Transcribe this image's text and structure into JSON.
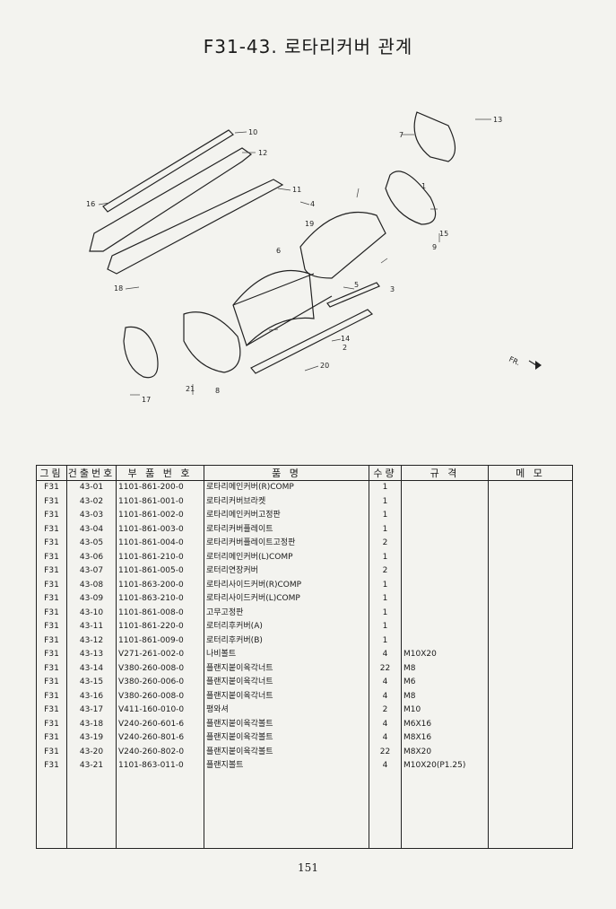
{
  "page": {
    "title": "F31-43. 로타리커버 관계",
    "page_number": "151"
  },
  "diagram": {
    "callouts": [
      "1",
      "2",
      "3",
      "4",
      "5",
      "6",
      "7",
      "8",
      "9",
      "10",
      "11",
      "12",
      "13",
      "14",
      "15",
      "16",
      "17",
      "18",
      "19",
      "20",
      "21"
    ],
    "fr_label": "FR."
  },
  "table": {
    "headers": [
      "그림",
      "건출번호",
      "부 품 번 호",
      "품 명",
      "수량",
      "규 격",
      "메 모"
    ],
    "rows": [
      {
        "fig": "F31",
        "no": "43-01",
        "part": "1101-861-200-0",
        "name": "로타리메인커버(R)COMP",
        "qty": "1",
        "spec": ""
      },
      {
        "fig": "F31",
        "no": "43-02",
        "part": "1101-861-001-0",
        "name": "로타리커버브라켓",
        "qty": "1",
        "spec": ""
      },
      {
        "fig": "F31",
        "no": "43-03",
        "part": "1101-861-002-0",
        "name": "로타리메인커버고정판",
        "qty": "1",
        "spec": ""
      },
      {
        "fig": "F31",
        "no": "43-04",
        "part": "1101-861-003-0",
        "name": "로타리커버플레이트",
        "qty": "1",
        "spec": ""
      },
      {
        "fig": "F31",
        "no": "43-05",
        "part": "1101-861-004-0",
        "name": "로타리커버플레이트고정판",
        "qty": "2",
        "spec": ""
      },
      {
        "fig": "F31",
        "no": "43-06",
        "part": "1101-861-210-0",
        "name": "로터리메인커버(L)COMP",
        "qty": "1",
        "spec": ""
      },
      {
        "fig": "F31",
        "no": "43-07",
        "part": "1101-861-005-0",
        "name": "로터리연장커버",
        "qty": "2",
        "spec": ""
      },
      {
        "fig": "F31",
        "no": "43-08",
        "part": "1101-863-200-0",
        "name": "로타리사이드커버(R)COMP",
        "qty": "1",
        "spec": ""
      },
      {
        "fig": "F31",
        "no": "43-09",
        "part": "1101-863-210-0",
        "name": "로타리사이드커버(L)COMP",
        "qty": "1",
        "spec": ""
      },
      {
        "fig": "F31",
        "no": "43-10",
        "part": "1101-861-008-0",
        "name": "고무고정판",
        "qty": "1",
        "spec": ""
      },
      {
        "fig": "F31",
        "no": "43-11",
        "part": "1101-861-220-0",
        "name": "로터리후커버(A)",
        "qty": "1",
        "spec": ""
      },
      {
        "fig": "F31",
        "no": "43-12",
        "part": "1101-861-009-0",
        "name": "로터리후커버(B)",
        "qty": "1",
        "spec": ""
      },
      {
        "fig": "F31",
        "no": "43-13",
        "part": "V271-261-002-0",
        "name": "나비볼트",
        "qty": "4",
        "spec": "M10X20"
      },
      {
        "fig": "F31",
        "no": "43-14",
        "part": "V380-260-008-0",
        "name": "플랜지붙이육각너트",
        "qty": "22",
        "spec": "M8"
      },
      {
        "fig": "F31",
        "no": "43-15",
        "part": "V380-260-006-0",
        "name": "플랜지붙이육각너트",
        "qty": "4",
        "spec": "M6"
      },
      {
        "fig": "F31",
        "no": "43-16",
        "part": "V380-260-008-0",
        "name": "플랜지붙이육각너트",
        "qty": "4",
        "spec": "M8"
      },
      {
        "fig": "F31",
        "no": "43-17",
        "part": "V411-160-010-0",
        "name": "평와셔",
        "qty": "2",
        "spec": "M10"
      },
      {
        "fig": "F31",
        "no": "43-18",
        "part": "V240-260-601-6",
        "name": "플랜지붙이육각볼트",
        "qty": "4",
        "spec": "M6X16"
      },
      {
        "fig": "F31",
        "no": "43-19",
        "part": "V240-260-801-6",
        "name": "플랜지붙이육각볼트",
        "qty": "4",
        "spec": "M8X16"
      },
      {
        "fig": "F31",
        "no": "43-20",
        "part": "V240-260-802-0",
        "name": "플랜지붙이육각볼트",
        "qty": "22",
        "spec": "M8X20"
      },
      {
        "fig": "F31",
        "no": "43-21",
        "part": "1101-863-011-0",
        "name": "플랜지볼트",
        "qty": "4",
        "spec": "M10X20(P1.25)"
      }
    ]
  }
}
